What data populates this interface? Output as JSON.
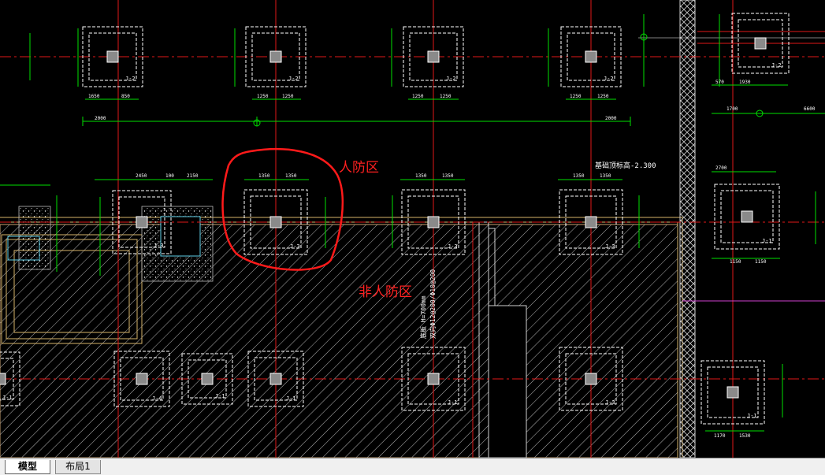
{
  "annotations": {
    "civil_defense_zone": "人防区",
    "non_civil_defense_zone": "非人防区"
  },
  "tabs": [
    {
      "label": "模型",
      "active": true
    },
    {
      "label": "布局1",
      "active": false
    }
  ],
  "drawing": {
    "elevation_note": "基础顶标高-2.300",
    "slab_note": "底板 H=700mm",
    "rebar_note": "双向Φ12@200/Φ10@200",
    "grid_dims": [
      "2000",
      "2000"
    ],
    "footings": [
      {
        "label": "J-2"
      },
      {
        "label": "J-2"
      },
      {
        "label": "J-2"
      },
      {
        "label": "J-2"
      },
      {
        "label": "J-2"
      },
      {
        "label": "J-2"
      },
      {
        "label": "J-3"
      },
      {
        "label": "J-3"
      },
      {
        "label": "J-3"
      },
      {
        "label": "J-3"
      },
      {
        "label": "J-1"
      },
      {
        "label": "J-4"
      },
      {
        "label": "J-1"
      },
      {
        "label": "J-1"
      },
      {
        "label": "J-1"
      },
      {
        "label": "J-3"
      },
      {
        "label": "J-1"
      },
      {
        "label": "J-1"
      }
    ],
    "dims_top": [
      "1650",
      "850",
      "1250",
      "1250",
      "1250",
      "1250",
      "1250",
      "1250",
      "570",
      "1930"
    ],
    "dims_mid": [
      "2450",
      "100",
      "2150",
      "1350",
      "1350",
      "1350",
      "1350",
      "1350",
      "1350",
      "2700",
      "1150",
      "1150"
    ],
    "dims_right": [
      "1700",
      "6600"
    ],
    "dims_bottom": [
      "1170",
      "1530"
    ]
  },
  "colors": {
    "background": "#000000",
    "grid_line": "#ff2020",
    "dimension": "#00ff00",
    "footing": "#ffffff",
    "annotation": "#ff2020",
    "hatch": "#cfcfcf",
    "highlight_circle": "#ff1a1a"
  }
}
